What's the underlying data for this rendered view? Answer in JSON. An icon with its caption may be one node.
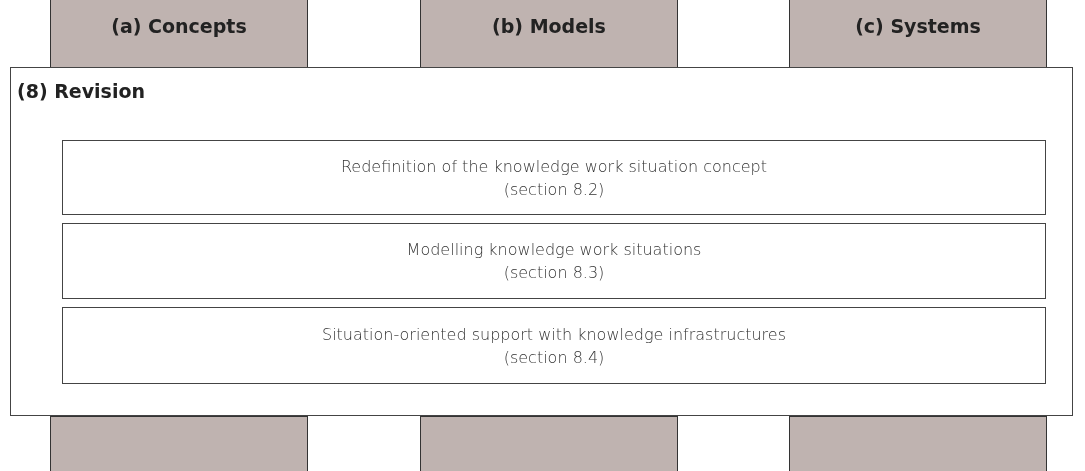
{
  "diagram": {
    "nodes": [
      {
        "text": [
          "(a) Concepts"
        ]
      },
      {
        "text": [
          "(b) Models"
        ]
      },
      {
        "text": [
          "(c) Systems"
        ]
      },
      {
        "text": [
          "(8) Revision"
        ]
      },
      {
        "text": [
          "Redefinition of the knowledge work situation concept",
          "(section 8.2)"
        ],
        "in": 3
      },
      {
        "text": [
          "Modelling knowledge work situations",
          "(section 8.3)"
        ],
        "in": 3
      },
      {
        "text": [
          "Situation-oriented support with knowledge infrastructures",
          "(section 8.4)"
        ],
        "in": 3
      },
      {
        "text": [],
        "shape": "box"
      },
      {
        "text": [],
        "shape": "box"
      },
      {
        "text": [],
        "shape": "box"
      }
    ]
  }
}
